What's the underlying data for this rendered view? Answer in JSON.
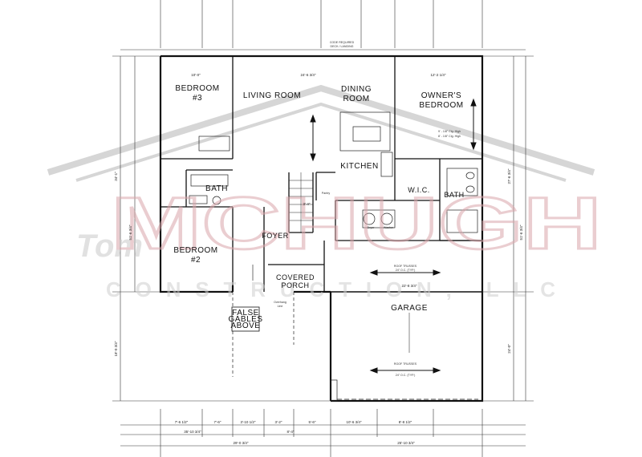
{
  "watermark": {
    "brand_first": "Tom",
    "brand_main": "MCHUGH",
    "brand_sub": "CONSTRUCTION, LLC",
    "color": "#d9a5aa"
  },
  "rooms": {
    "bedroom3": [
      "BEDROOM",
      "#3"
    ],
    "living_room": "LIVING ROOM",
    "dining_room": [
      "DINING",
      "ROOM"
    ],
    "owners_bedroom": [
      "OWNER'S",
      "BEDROOM"
    ],
    "kitchen": "KITCHEN",
    "bath": "BATH",
    "wic": "W.I.C.",
    "bath2": "BATH",
    "bedroom2": [
      "BEDROOM",
      "#2"
    ],
    "foyer": "FOYER",
    "covered_porch": [
      "COVERED",
      "PORCH"
    ],
    "garage": "GARAGE",
    "false_gables": [
      "FALSE",
      "GABLES",
      "ABOVE"
    ]
  },
  "labels": {
    "egress": [
      "CODE REQUIRED",
      "DECK / LANDING"
    ],
    "roof_trusses_top": [
      "ROOF TRUSSES",
      "24\" O.C. (TYP.)"
    ],
    "roof_trusses_bottom": [
      "ROOF TRUSSES",
      "24\" O.C. (TYP.)"
    ],
    "pantry": "Pantry",
    "laundry_dryer": "Dryer",
    "laundry_washer": "Washer",
    "overhang": [
      "Overhang",
      "Line"
    ],
    "owner_ceiling": [
      "9' - 1/8\" Clg. High",
      "8' - 1/8\" Clg. High"
    ]
  },
  "dims": {
    "left_overall": "34'-1\"",
    "left_total": "51'-6 3/4\"",
    "left_lower": "18'-0 3/4\"",
    "right_upper": "27'-6 3/4\"",
    "right_total": "51'-6 3/4\"",
    "right_lower": "24'-0\"",
    "living_w": "24'-6 3/4\"",
    "owner_w": "12'-2 1/4\"",
    "bed3_w": "10'-0\"",
    "garage_w": "22'-8 3/4\"",
    "porch_w": "3'-4\"",
    "bottom_left": "35'-10 3/4\"",
    "bottom_right": "25'-10 3/4\"",
    "bottom_mid": "8'-4\"",
    "bottom_overall_left": "29'-0 3/4\"",
    "bottom_seg1": "7'-6 1/2\"",
    "bottom_seg2": "7'-6\"",
    "bottom_seg3": "3'-10 1/2\"",
    "bottom_seg4": "3'-2\"",
    "bottom_seg5": "5'-6\"",
    "bottom_seg6": "10'-6 3/4\"",
    "bottom_seg7": "8'-8 1/2\""
  },
  "colors": {
    "line": "#111111",
    "watermark": "#d9a5aa",
    "watermark_gray": "#cfcfcf"
  }
}
